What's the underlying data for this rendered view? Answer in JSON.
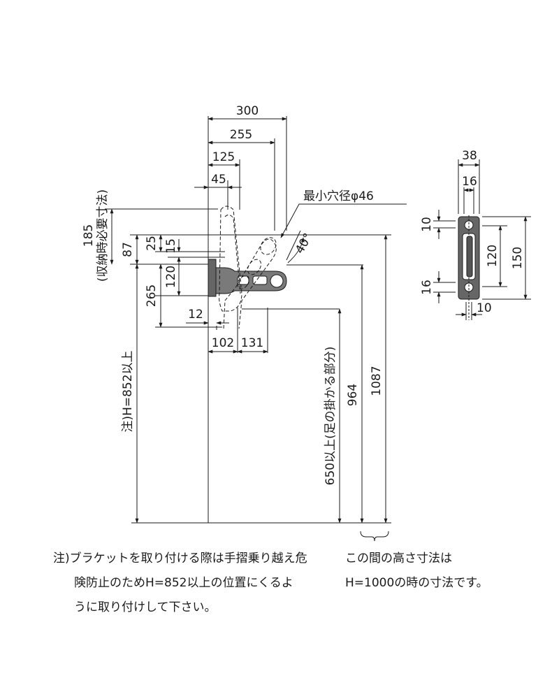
{
  "side_view": {
    "widths": {
      "w300": "300",
      "w255": "255",
      "w125": "125",
      "w45": "45",
      "w12": "12",
      "w102": "102",
      "w131": "131"
    },
    "heights": {
      "h185": "185",
      "h87": "87",
      "h25": "25",
      "h15": "15",
      "h120": "120",
      "h265": "265",
      "h964": "964",
      "h1087": "1087"
    },
    "stow_note": "(収納時必要寸法)",
    "hole_label": "最小穴径φ46",
    "angle": "40°",
    "h_label": "注)H=852以上",
    "foot_label": "650以上(足の掛かる部分)"
  },
  "bracket_view": {
    "w38": "38",
    "w16": "16",
    "h10": "10",
    "h120": "120",
    "h150": "150",
    "h16": "16",
    "w10": "10"
  },
  "notes": {
    "left": [
      "注)ブラケットを取り付ける際は手摺乗り越え危",
      "険防止のためH=852以上の位置にくるよ",
      "うに取り付けして下さい。"
    ],
    "right": [
      "この間の高さ寸法は",
      "H=1000の時の寸法です。"
    ]
  }
}
